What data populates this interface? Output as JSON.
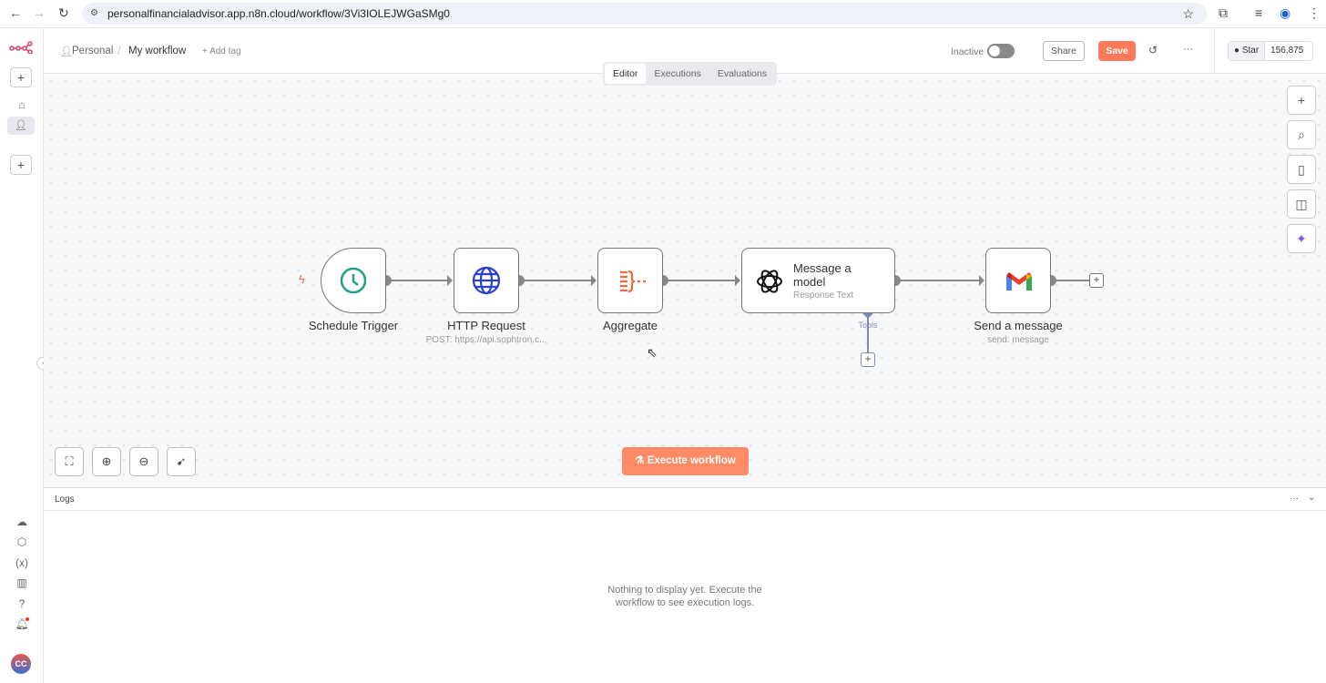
{
  "browser": {
    "url": "personalfinancialadvisor.app.n8n.cloud/workflow/3Vi3IOLEJWGaSMg0"
  },
  "header": {
    "project": "Personal",
    "workflow_name": "My workflow",
    "add_tag": "+ Add tag",
    "status_label": "Inactive",
    "share": "Share",
    "save": "Save",
    "more": "···",
    "github_star": "Star",
    "github_count": "156,875"
  },
  "tabs": [
    {
      "label": "Editor",
      "active": true
    },
    {
      "label": "Executions"
    },
    {
      "label": "Evaluations"
    }
  ],
  "nodes": [
    {
      "name": "Schedule Trigger",
      "sub": "",
      "icon": "clock-icon"
    },
    {
      "name": "HTTP Request",
      "sub": "POST: https://api.sophtron.c...",
      "icon": "globe-icon"
    },
    {
      "name": "Aggregate",
      "sub": "",
      "icon": "aggregate-icon"
    },
    {
      "name": "Message a model",
      "sub": "Response Text",
      "icon": "openai-icon",
      "tools_label": "Tools"
    },
    {
      "name": "Send a message",
      "sub": "send: message",
      "icon": "gmail-icon"
    }
  ],
  "execute_button": "Execute workflow",
  "logs": {
    "title": "Logs",
    "empty": "Nothing to display yet. Execute the workflow to see execution logs.",
    "more": "···"
  },
  "user": {
    "initials": "CC"
  },
  "colors": {
    "accent": "#ff6d5a",
    "execute": "#ff8a66",
    "trigger": "#20a08c",
    "globe": "#2a3ed8",
    "aggregate": "#f06a3e"
  }
}
